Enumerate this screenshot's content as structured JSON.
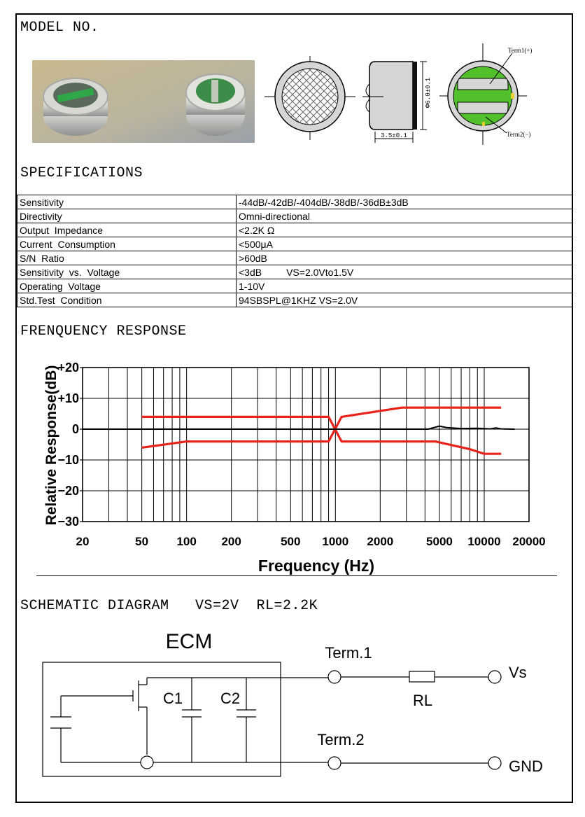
{
  "headings": {
    "model": "MODEL NO.",
    "specifications": "SPECIFICATIONS",
    "frequency": "FRENQUENCY RESPONSE",
    "schematic": "SCHEMATIC DIAGRAM   VS=2V  RL=2.2K"
  },
  "drawing": {
    "diameter_label": "Φ6.0±0.1",
    "height_label": "3.5±0.1",
    "term1_label": "Term1(+)",
    "term2_label": "Term2(−)"
  },
  "specs": [
    {
      "name": "Sensitivity",
      "value": "-44dB/-42dB/-404dB/-38dB/-36dB±3dB"
    },
    {
      "name": "Directivity",
      "value": "Omni-directional"
    },
    {
      "name": "Output  Impedance",
      "value": "<2.2K Ω"
    },
    {
      "name": "Current  Consumption",
      "value": "<500μA"
    },
    {
      "name": "S/N  Ratio",
      "value": ">60dB"
    },
    {
      "name": "Sensitivity  vs.  Voltage",
      "value": "<3dB         VS=2.0Vto1.5V"
    },
    {
      "name": "Operating  Voltage",
      "value": "1-10V"
    },
    {
      "name": "Std.Test  Condition",
      "value": "94SBSPL@1KHZ VS=2.0V"
    }
  ],
  "chart_data": {
    "type": "line",
    "xlabel": "Frequency (Hz)",
    "ylabel": "Relative Response(dB)",
    "x_scale": "log",
    "xlim": [
      20,
      20000
    ],
    "ylim": [
      -30,
      20
    ],
    "x_ticks": [
      20,
      50,
      100,
      200,
      500,
      1000,
      2000,
      5000,
      10000,
      20000
    ],
    "x_tick_labels": [
      "20",
      "50",
      "100",
      "200",
      "500",
      "1000",
      "2000",
      "5000",
      "10000",
      "20000"
    ],
    "y_ticks": [
      20,
      10,
      0,
      -10,
      -20,
      -30
    ],
    "y_tick_labels": [
      "+20",
      "+10",
      "0",
      "−10",
      "−20",
      "−30"
    ],
    "grid": true,
    "series": [
      {
        "color": "#e8231a",
        "points": [
          [
            50,
            4
          ],
          [
            900,
            4
          ],
          [
            1100,
            -4
          ],
          [
            4700,
            -4
          ],
          [
            8000,
            -6.5
          ],
          [
            10000,
            -8
          ],
          [
            13000,
            -8
          ]
        ]
      },
      {
        "color": "#e8231a",
        "points": [
          [
            50,
            -6
          ],
          [
            100,
            -4
          ],
          [
            900,
            -4
          ],
          [
            1100,
            4
          ],
          [
            2800,
            7
          ],
          [
            13000,
            7
          ]
        ]
      },
      {
        "color": "#000000",
        "points": [
          [
            20,
            0
          ],
          [
            4200,
            0
          ],
          [
            5000,
            1
          ],
          [
            5600,
            0.5
          ],
          [
            7000,
            0.2
          ],
          [
            9000,
            0.3
          ],
          [
            11000,
            0.1
          ],
          [
            12000,
            0.4
          ],
          [
            13000,
            0.1
          ],
          [
            16000,
            0
          ]
        ]
      }
    ]
  },
  "schematic": {
    "ecm_label": "ECM",
    "c1_label": "C1",
    "c2_label": "C2",
    "term1_label": "Term.1",
    "term2_label": "Term.2",
    "rl_label": "RL",
    "vs_label": "Vs",
    "gnd_label": "GND"
  },
  "colors": {
    "pcb_green": "#52c02a",
    "response_red": "#e8231a",
    "mesh_gray": "#d0d0d0"
  }
}
